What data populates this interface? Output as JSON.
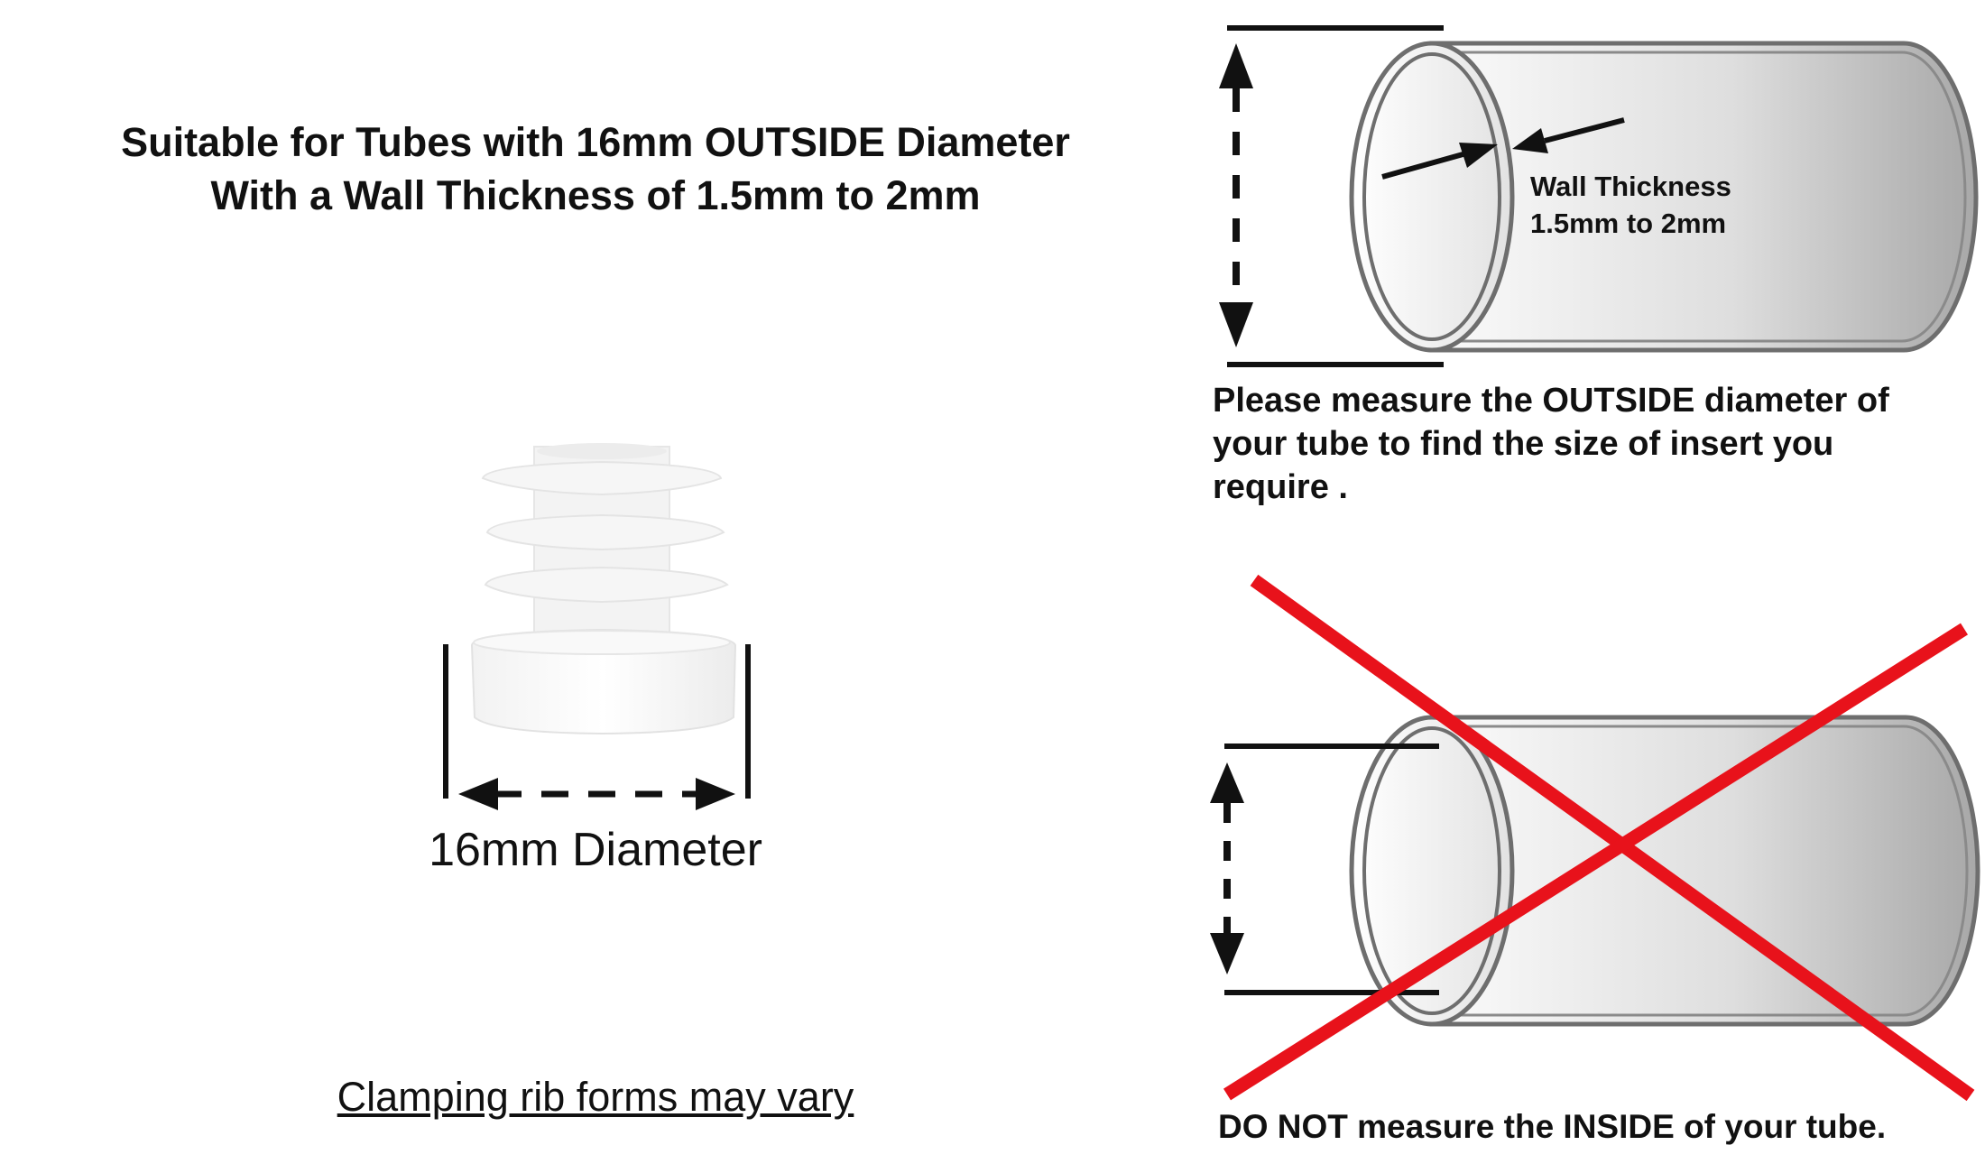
{
  "heading": {
    "line1": "Suitable for Tubes with 16mm OUTSIDE Diameter",
    "line2": "With a Wall Thickness of 1.5mm to 2mm"
  },
  "product": {
    "diameter_label": "16mm Diameter",
    "note": "Clamping rib forms may vary"
  },
  "correct_measure": {
    "wall_label_line1": "Wall Thickness",
    "wall_label_line2": "1.5mm to 2mm",
    "instruction": "Please measure the OUTSIDE diameter of your tube to find the size of insert you require ."
  },
  "wrong_measure": {
    "warning": "DO NOT measure the INSIDE of your tube."
  },
  "colors": {
    "cross": "#e8121b",
    "tube_outline": "#6e6e6e",
    "text": "#111111"
  }
}
